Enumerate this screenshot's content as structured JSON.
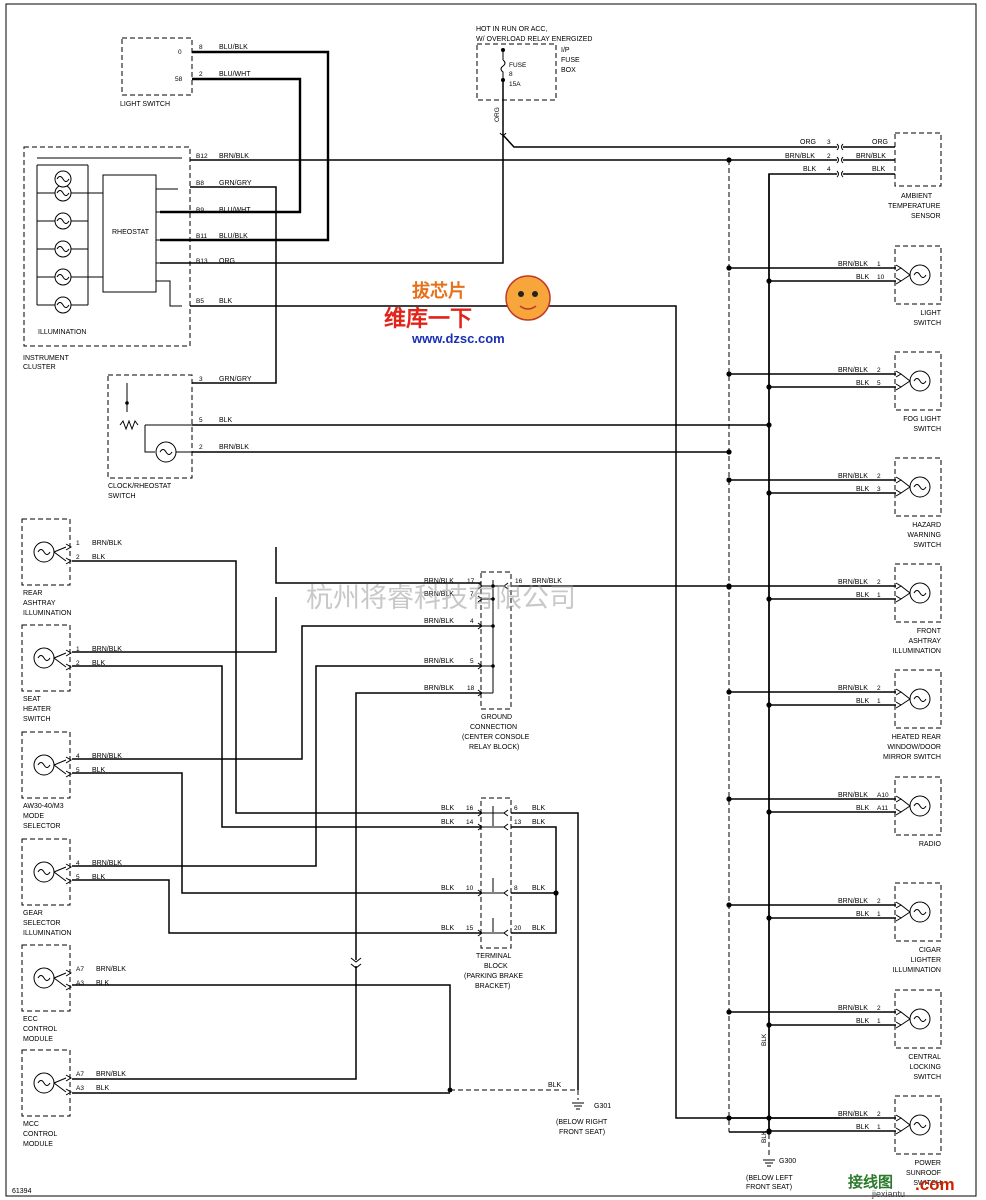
{
  "fuse_box": {
    "header_1": "HOT IN RUN OR ACC,",
    "header_2": "W/ OVERLOAD RELAY ENERGIZED",
    "name_1": "I/P",
    "name_2": "FUSE",
    "name_3": "BOX",
    "fuse_1": "FUSE",
    "fuse_2": "8",
    "fuse_3": "15A",
    "out_wire": "ORG"
  },
  "light_switch_top": {
    "name": "LIGHT SWITCH",
    "term_1": "0",
    "term_2": "58",
    "pin_1": "8",
    "pin_2": "2",
    "wire_1": "BLU/BLK",
    "wire_2": "BLU/WHT"
  },
  "instrument_cluster": {
    "name_1": "INSTRUMENT",
    "name_2": "CLUSTER",
    "illumination": "ILLUMINATION",
    "rheostat": "RHEOSTAT",
    "pins": [
      {
        "pin": "B12",
        "wire": "BRN/BLK"
      },
      {
        "pin": "B8",
        "wire": "GRN/GRY"
      },
      {
        "pin": "B9",
        "wire": "BLU/WHT"
      },
      {
        "pin": "B11",
        "wire": "BLU/BLK"
      },
      {
        "pin": "B13",
        "wire": "ORG"
      },
      {
        "pin": "B5",
        "wire": "BLK"
      }
    ]
  },
  "clock_switch": {
    "name_1": "CLOCK/RHEOSTAT",
    "name_2": "SWITCH",
    "pins": [
      {
        "pin": "3",
        "wire": "GRN/GRY"
      },
      {
        "pin": "5",
        "wire": "BLK"
      },
      {
        "pin": "2",
        "wire": "BRN/BLK"
      }
    ]
  },
  "ambient_sensor": {
    "name_1": "AMBIENT",
    "name_2": "TEMPERATURE",
    "name_3": "SENSOR",
    "pins": [
      {
        "pin": "3",
        "wire_left": "ORG",
        "wire_right": "ORG"
      },
      {
        "pin": "2",
        "wire_left": "BRN/BLK",
        "wire_right": "BRN/BLK"
      },
      {
        "pin": "4",
        "wire_left": "BLK",
        "wire_right": "BLK"
      }
    ]
  },
  "right_components": [
    {
      "name_1": "LIGHT",
      "name_2": "SWITCH",
      "name_3": "",
      "pin_a": "1",
      "pin_b": "10",
      "wire_a": "BRN/BLK",
      "wire_b": "BLK"
    },
    {
      "name_1": "FOG LIGHT",
      "name_2": "SWITCH",
      "name_3": "",
      "pin_a": "2",
      "pin_b": "5",
      "wire_a": "BRN/BLK",
      "wire_b": "BLK"
    },
    {
      "name_1": "HAZARD",
      "name_2": "WARNING",
      "name_3": "SWITCH",
      "pin_a": "2",
      "pin_b": "3",
      "wire_a": "BRN/BLK",
      "wire_b": "BLK"
    },
    {
      "name_1": "FRONT",
      "name_2": "ASHTRAY",
      "name_3": "ILLUMINATION",
      "pin_a": "2",
      "pin_b": "1",
      "wire_a": "BRN/BLK",
      "wire_b": "BLK"
    },
    {
      "name_1": "HEATED REAR",
      "name_2": "WINDOW/DOOR",
      "name_3": "MIRROR SWITCH",
      "pin_a": "2",
      "pin_b": "1",
      "wire_a": "BRN/BLK",
      "wire_b": "BLK"
    },
    {
      "name_1": "RADIO",
      "name_2": "",
      "name_3": "",
      "pin_a": "A10",
      "pin_b": "A11",
      "wire_a": "BRN/BLK",
      "wire_b": "BLK"
    },
    {
      "name_1": "CIGAR",
      "name_2": "LIGHTER",
      "name_3": "ILLUMINATION",
      "pin_a": "2",
      "pin_b": "1",
      "wire_a": "BRN/BLK",
      "wire_b": "BLK"
    },
    {
      "name_1": "CENTRAL",
      "name_2": "LOCKING",
      "name_3": "SWITCH",
      "pin_a": "2",
      "pin_b": "1",
      "wire_a": "BRN/BLK",
      "wire_b": "BLK"
    },
    {
      "name_1": "POWER",
      "name_2": "SUNROOF",
      "name_3": "SWITCH",
      "pin_a": "2",
      "pin_b": "1",
      "wire_a": "BRN/BLK",
      "wire_b": "BLK"
    }
  ],
  "left_components": [
    {
      "name_1": "REAR",
      "name_2": "ASHTRAY",
      "name_3": "ILLUMINATION",
      "pin_a": "1",
      "pin_b": "2",
      "wire_a": "BRN/BLK",
      "wire_b": "BLK"
    },
    {
      "name_1": "SEAT",
      "name_2": "HEATER",
      "name_3": "SWITCH",
      "pin_a": "1",
      "pin_b": "2",
      "wire_a": "BRN/BLK",
      "wire_b": "BLK"
    },
    {
      "name_1": "AW30-40/M3",
      "name_2": "MODE",
      "name_3": "SELECTOR",
      "pin_a": "4",
      "pin_b": "5",
      "wire_a": "BRN/BLK",
      "wire_b": "BLK"
    },
    {
      "name_1": "GEAR",
      "name_2": "SELECTOR",
      "name_3": "ILLUMINATION",
      "pin_a": "4",
      "pin_b": "5",
      "wire_a": "BRN/BLK",
      "wire_b": "BLK"
    },
    {
      "name_1": "ECC",
      "name_2": "CONTROL",
      "name_3": "MODULE",
      "pin_a": "A7",
      "pin_b": "A3",
      "wire_a": "BRN/BLK",
      "wire_b": "BLK"
    },
    {
      "name_1": "MCC",
      "name_2": "CONTROL",
      "name_3": "MODULE",
      "pin_a": "A7",
      "pin_b": "A3",
      "wire_a": "BRN/BLK",
      "wire_b": "BLK"
    }
  ],
  "ground_connection": {
    "name_1": "GROUND",
    "name_2": "CONNECTION",
    "name_3": "(CENTER CONSOLE",
    "name_4": "RELAY BLOCK)",
    "pins": [
      {
        "pin": "17",
        "wire": "BRN/BLK"
      },
      {
        "pin": "7",
        "wire": "BRN/BLK"
      },
      {
        "pin": "4",
        "wire": "BRN/BLK"
      },
      {
        "pin": "5",
        "wire": "BRN/BLK"
      },
      {
        "pin": "18",
        "wire": "BRN/BLK"
      }
    ],
    "out_pin": "16",
    "out_wire": "BRN/BLK"
  },
  "terminal_block": {
    "name_1": "TERMINAL",
    "name_2": "BLOCK",
    "name_3": "(PARKING BRAKE",
    "name_4": "BRACKET)",
    "rows": [
      {
        "left_pin": "16",
        "left_wire": "BLK",
        "right_pin": "6",
        "right_wire": "BLK"
      },
      {
        "left_pin": "14",
        "left_wire": "BLK",
        "right_pin": "13",
        "right_wire": "BLK"
      },
      {
        "left_pin": "10",
        "left_wire": "BLK",
        "right_pin": "8",
        "right_wire": "BLK"
      },
      {
        "left_pin": "15",
        "left_wire": "BLK",
        "right_pin": "20",
        "right_wire": "BLK"
      }
    ]
  },
  "grounds": {
    "g301_wire": "BLK",
    "g301": "G301",
    "g301_loc_1": "(BELOW RIGHT",
    "g301_loc_2": "FRONT SEAT)",
    "g300_wire": "BLK",
    "g300_vert_wire": "BLK",
    "g300": "G300",
    "g300_loc_1": "(BELOW LEFT",
    "g300_loc_2": "FRONT SEAT)"
  },
  "figure_number": "61394",
  "watermark": {
    "logo_1": "拔芯片",
    "logo_2": "维库一下",
    "url": "www.dzsc.com",
    "company": "杭州将睿科技有限公司",
    "corner_1": "接线图",
    "corner_2": ".com",
    "corner_url": "jiexiantu"
  }
}
